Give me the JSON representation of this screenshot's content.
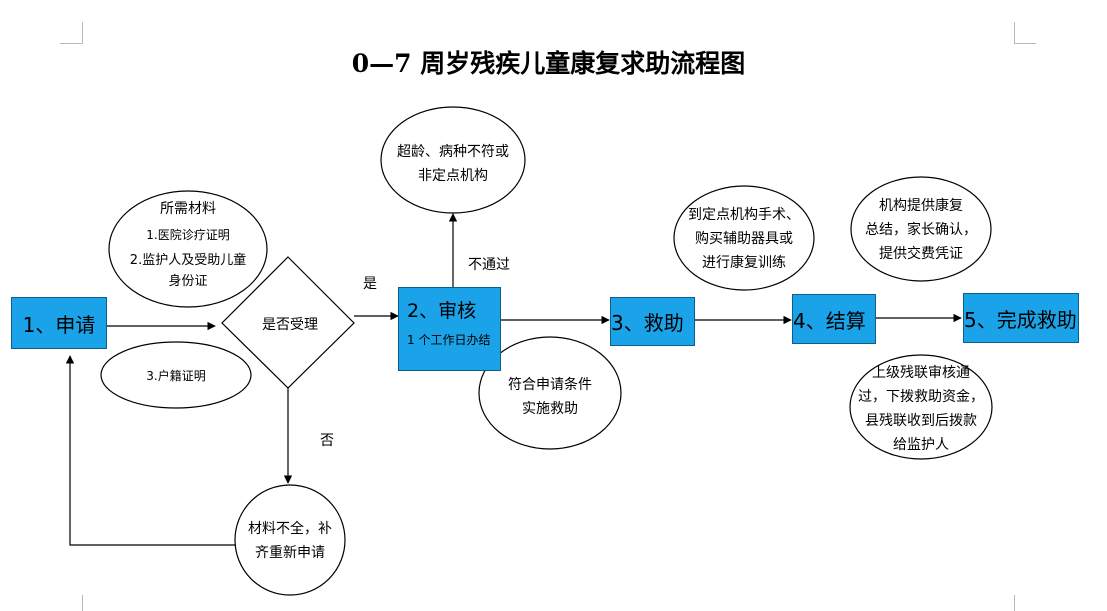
{
  "title": "0—7 周岁残疾儿童康复求助流程图",
  "steps": {
    "apply": "1、申请",
    "review": "2、审核",
    "review_note": "1 个工作日办结",
    "aid": "3、救助",
    "settle": "4、结算",
    "complete": "5、完成救助"
  },
  "decision": "是否受理",
  "labels": {
    "yes": "是",
    "no": "否",
    "not_passed": "不通过"
  },
  "ellipses": {
    "materials": {
      "heading": "所需材料",
      "item1": "1.医院诊疗证明",
      "item2a": "2.监护人及受助儿童",
      "item2b": "身份证"
    },
    "household": "3.户籍证明",
    "rejected": {
      "line1": "超龄、病种不符或",
      "line2": "非定点机构"
    },
    "qualified": {
      "line1": "符合申请条件",
      "line2": "实施救助"
    },
    "incomplete": {
      "line1": "材料不全，补",
      "line2": "齐重新申请"
    },
    "rehab": {
      "line1": "到定点机构手术、",
      "line2": "购买辅助器具或",
      "line3": "进行康复训练"
    },
    "institution": {
      "line1": "机构提供康复",
      "line2": "总结，家长确认，",
      "line3": "提供交费凭证"
    },
    "funding": {
      "line1": "上级残联审核通",
      "line2": "过，下拨救助资金，",
      "line3": "县残联收到后拨款",
      "line4": "给监护人"
    }
  }
}
